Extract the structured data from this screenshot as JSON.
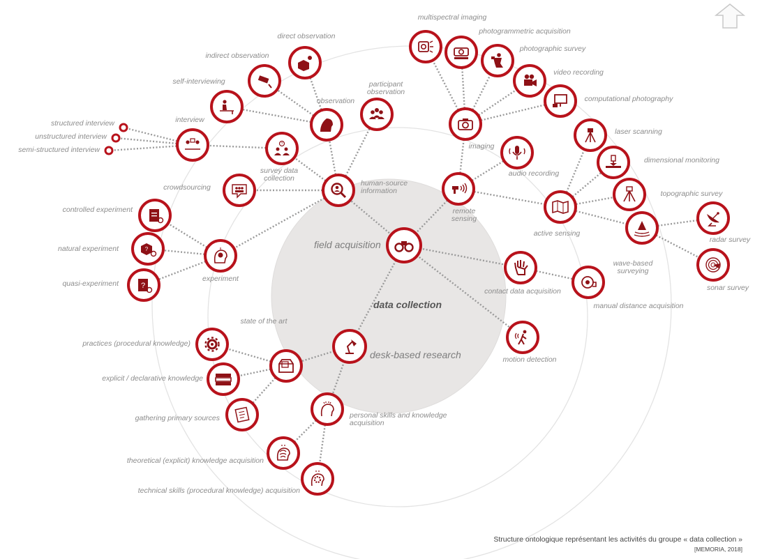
{
  "center_label": "data collection",
  "caption": "Structure ontologique représentant les activités du groupe « data collection »",
  "citation": "[MEMORIA, 2018]",
  "colors": {
    "accent": "#b8121b",
    "edge": "#9a9a9a",
    "ring": "#dedede",
    "core": "#e8e6e5"
  },
  "nodes": [
    {
      "id": "field",
      "label": "field acquisition",
      "icon": "binoculars-icon",
      "big": true
    },
    {
      "id": "desk",
      "label": "desk-based research",
      "icon": "desk-lamp-icon",
      "big": true
    },
    {
      "id": "human",
      "label": "human-source information",
      "icon": "magnifier-person-icon"
    },
    {
      "id": "remote",
      "label": "remote sensing",
      "icon": "radar-gun-icon"
    },
    {
      "id": "observation",
      "label": "observation",
      "icon": "person-head-icon"
    },
    {
      "id": "participant",
      "label": "participant observation",
      "icon": "group-icon"
    },
    {
      "id": "direct",
      "label": "direct observation",
      "icon": "box-observer-icon"
    },
    {
      "id": "indirect",
      "label": "indirect observation",
      "icon": "cctv-camera-icon"
    },
    {
      "id": "self",
      "label": "self-interviewing",
      "icon": "desk-person-icon"
    },
    {
      "id": "interview",
      "label": "interview",
      "icon": "interview-icon"
    },
    {
      "id": "structured",
      "label": "structured interview",
      "icon": "dot-icon"
    },
    {
      "id": "unstructured",
      "label": "unstructured interview",
      "icon": "dot-icon"
    },
    {
      "id": "semistructured",
      "label": "semi-structured interview",
      "icon": "dot-icon"
    },
    {
      "id": "survey",
      "label": "survey data collection",
      "icon": "question-group-icon"
    },
    {
      "id": "crowd",
      "label": "crowdsourcing",
      "icon": "crowd-bubble-icon"
    },
    {
      "id": "experiment",
      "label": "experiment",
      "icon": "brain-head-icon"
    },
    {
      "id": "controlled",
      "label": "controlled experiment",
      "icon": "clipboard-icon"
    },
    {
      "id": "natural",
      "label": "natural experiment",
      "icon": "cube-flask-icon"
    },
    {
      "id": "quasi",
      "label": "quasi-experiment",
      "icon": "question-clipboard-icon"
    },
    {
      "id": "imaging",
      "label": "imaging",
      "icon": "camera-icon"
    },
    {
      "id": "multispectral",
      "label": "multispectral imaging",
      "icon": "multispectral-camera-icon"
    },
    {
      "id": "photogrammetric",
      "label": "photogrammetric acquisition",
      "icon": "camera-ruler-icon"
    },
    {
      "id": "photosurvey",
      "label": "photographic survey",
      "icon": "photographer-icon"
    },
    {
      "id": "video",
      "label": "video recording",
      "icon": "video-camera-icon"
    },
    {
      "id": "computational",
      "label": "computational photography",
      "icon": "computer-camera-icon"
    },
    {
      "id": "audio",
      "label": "audio recording",
      "icon": "microphone-icon"
    },
    {
      "id": "active",
      "label": "active sensing",
      "icon": "map-icon"
    },
    {
      "id": "laser",
      "label": "laser scanning",
      "icon": "tripod-scanner-icon"
    },
    {
      "id": "dimensional",
      "label": "dimensional monitoring",
      "icon": "level-icon"
    },
    {
      "id": "topographic",
      "label": "topographic survey",
      "icon": "total-station-icon"
    },
    {
      "id": "wave",
      "label": "wave-based surveying",
      "icon": "cone-wave-icon"
    },
    {
      "id": "radar",
      "label": "radar survey",
      "icon": "satellite-dish-icon"
    },
    {
      "id": "sonar",
      "label": "sonar survey",
      "icon": "sonar-icon"
    },
    {
      "id": "contact",
      "label": "contact data acquisition",
      "icon": "hand-icon"
    },
    {
      "id": "manual",
      "label": "manual distance acquisition",
      "icon": "tape-measure-icon"
    },
    {
      "id": "motion",
      "label": "motion detection",
      "icon": "motion-sensor-icon"
    },
    {
      "id": "state",
      "label": "state of the art",
      "icon": "file-box-icon"
    },
    {
      "id": "practices",
      "label": "practices (procedural knowledge)",
      "icon": "gear-icon"
    },
    {
      "id": "explicit",
      "label": "explicit / declarative knowledge",
      "icon": "books-icon"
    },
    {
      "id": "primary",
      "label": "gathering primary sources",
      "icon": "scroll-icon"
    },
    {
      "id": "personal",
      "label": "personal skills and knowledge acquisition",
      "icon": "head-idea-icon"
    },
    {
      "id": "theoretical",
      "label": "theoretical (explicit) knowledge acquisition",
      "icon": "brain-idea-icon"
    },
    {
      "id": "technical",
      "label": "technical skills (procedural knowledge) acquisition",
      "icon": "head-gear-icon"
    }
  ],
  "edges": [
    [
      "field",
      "human"
    ],
    [
      "field",
      "remote"
    ],
    [
      "field",
      "contact"
    ],
    [
      "field",
      "motion"
    ],
    [
      "desk",
      "field"
    ],
    [
      "desk",
      "state"
    ],
    [
      "desk",
      "personal"
    ],
    [
      "human",
      "observation"
    ],
    [
      "human",
      "participant"
    ],
    [
      "human",
      "survey"
    ],
    [
      "human",
      "crowd"
    ],
    [
      "human",
      "experiment"
    ],
    [
      "observation",
      "direct"
    ],
    [
      "observation",
      "indirect"
    ],
    [
      "observation",
      "self"
    ],
    [
      "survey",
      "interview"
    ],
    [
      "interview",
      "structured"
    ],
    [
      "interview",
      "unstructured"
    ],
    [
      "interview",
      "semistructured"
    ],
    [
      "experiment",
      "controlled"
    ],
    [
      "experiment",
      "natural"
    ],
    [
      "experiment",
      "quasi"
    ],
    [
      "remote",
      "imaging"
    ],
    [
      "remote",
      "audio"
    ],
    [
      "remote",
      "active"
    ],
    [
      "imaging",
      "multispectral"
    ],
    [
      "imaging",
      "photogrammetric"
    ],
    [
      "imaging",
      "photosurvey"
    ],
    [
      "imaging",
      "video"
    ],
    [
      "imaging",
      "computational"
    ],
    [
      "active",
      "laser"
    ],
    [
      "active",
      "dimensional"
    ],
    [
      "active",
      "topographic"
    ],
    [
      "active",
      "wave"
    ],
    [
      "wave",
      "radar"
    ],
    [
      "wave",
      "sonar"
    ],
    [
      "contact",
      "manual"
    ],
    [
      "state",
      "practices"
    ],
    [
      "state",
      "explicit"
    ],
    [
      "state",
      "primary"
    ],
    [
      "personal",
      "theoretical"
    ],
    [
      "personal",
      "technical"
    ]
  ]
}
